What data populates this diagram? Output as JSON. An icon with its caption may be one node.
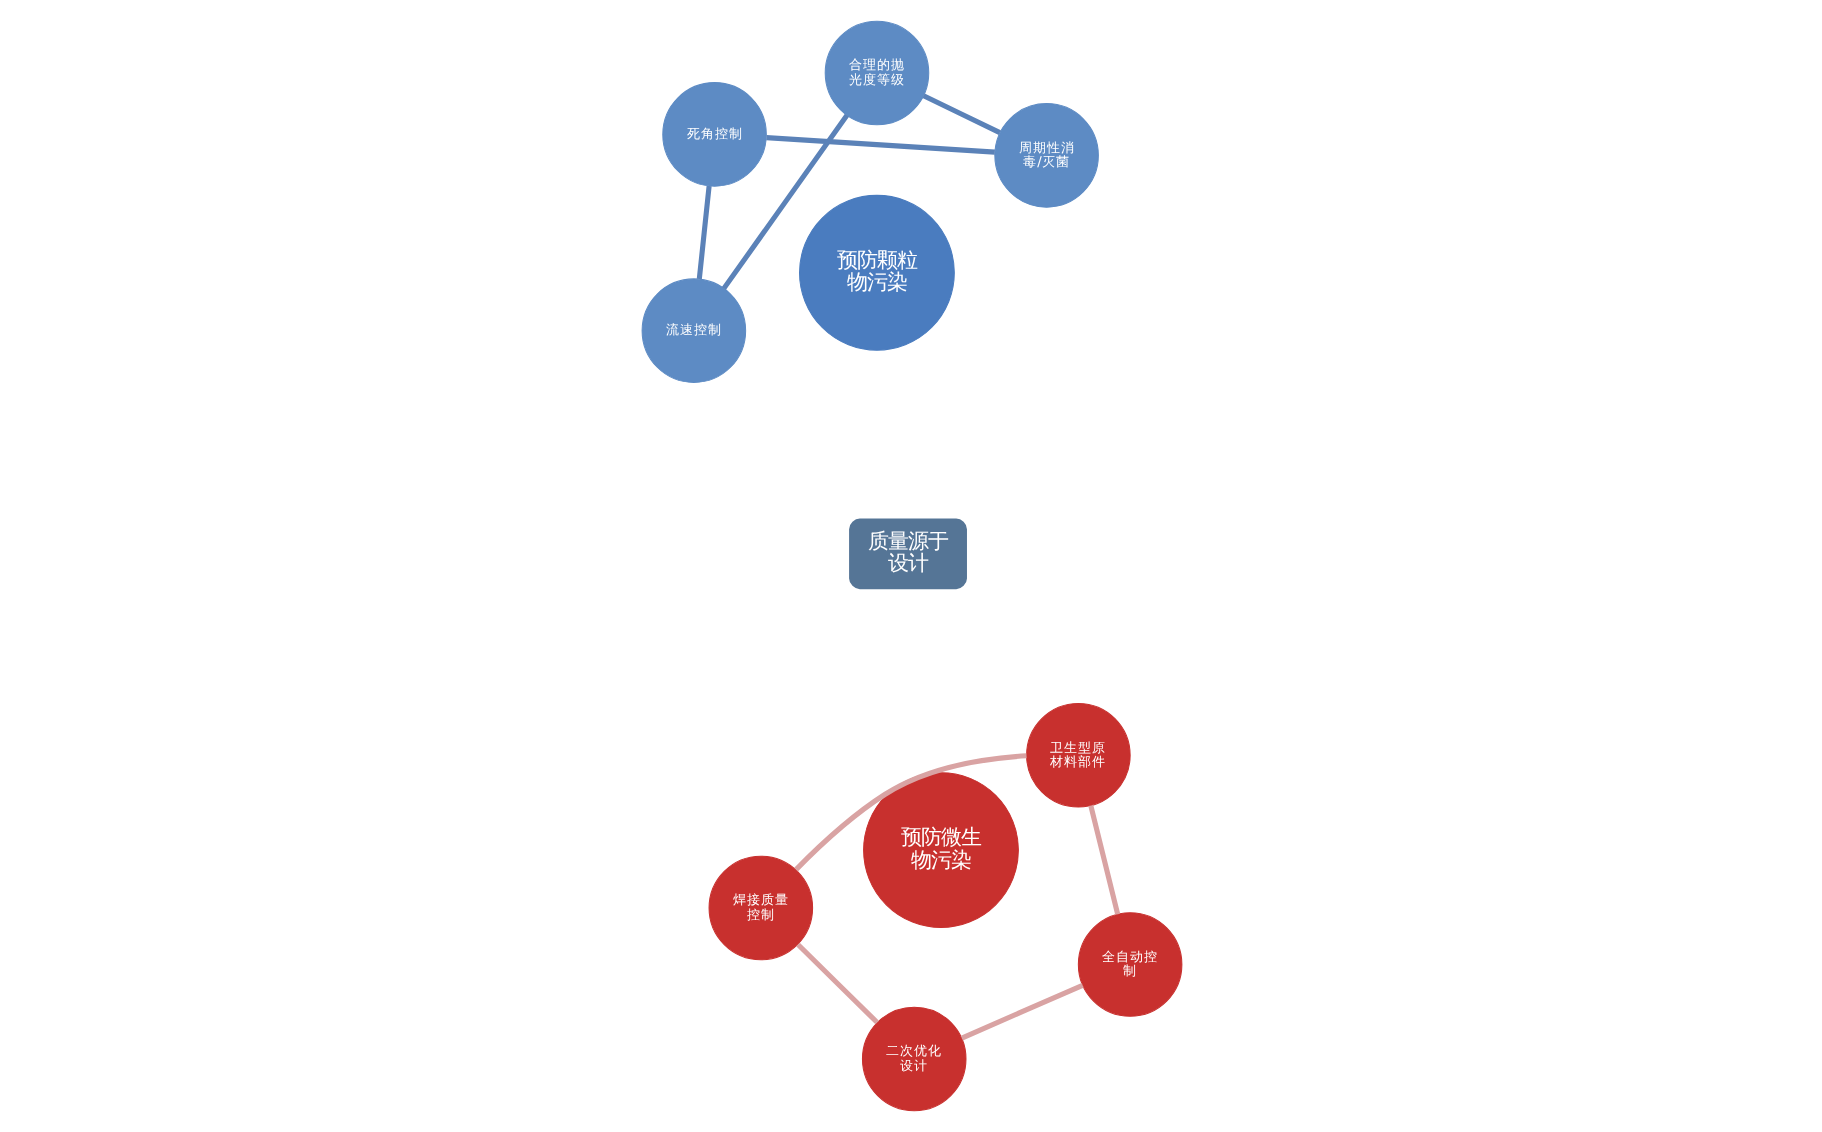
{
  "diagram": {
    "nodes": [
      {
        "text": [
          "质量源于设计"
        ]
      },
      {
        "text": [
          "预防颗粒物污染"
        ]
      },
      {
        "text": [
          "流速控制"
        ]
      },
      {
        "text": [
          "合理的抛光度等级"
        ]
      },
      {
        "text": [
          "周期性消毒/灭菌"
        ]
      },
      {
        "text": [
          "死角控制"
        ]
      },
      {
        "text": [
          "预防微生物污染"
        ]
      },
      {
        "text": [
          "卫生型原材料部件"
        ]
      },
      {
        "text": [
          "焊接质量控制"
        ]
      },
      {
        "text": [
          "二次优化设计"
        ]
      },
      {
        "text": [
          "全自动控制"
        ]
      }
    ],
    "edges": [
      {
        "from": 2,
        "to": 5,
        "arrow": "none",
        "color": "#5b82b8"
      },
      {
        "from": 5,
        "to": 4,
        "arrow": "none",
        "color": "#5b82b8"
      },
      {
        "from": 4,
        "to": 3,
        "arrow": "none",
        "color": "#5b82b8"
      },
      {
        "from": 3,
        "to": 2,
        "arrow": "none",
        "color": "#5b82b8"
      },
      {
        "from": 7,
        "to": 8,
        "arrow": "none",
        "color": "#d9a3a3"
      },
      {
        "from": 8,
        "to": 9,
        "arrow": "none",
        "color": "#d9a3a3"
      },
      {
        "from": 9,
        "to": 10,
        "arrow": "none",
        "color": "#d9a3a3"
      },
      {
        "from": 10,
        "to": 7,
        "arrow": "none",
        "color": "#d9a3a3"
      }
    ]
  }
}
